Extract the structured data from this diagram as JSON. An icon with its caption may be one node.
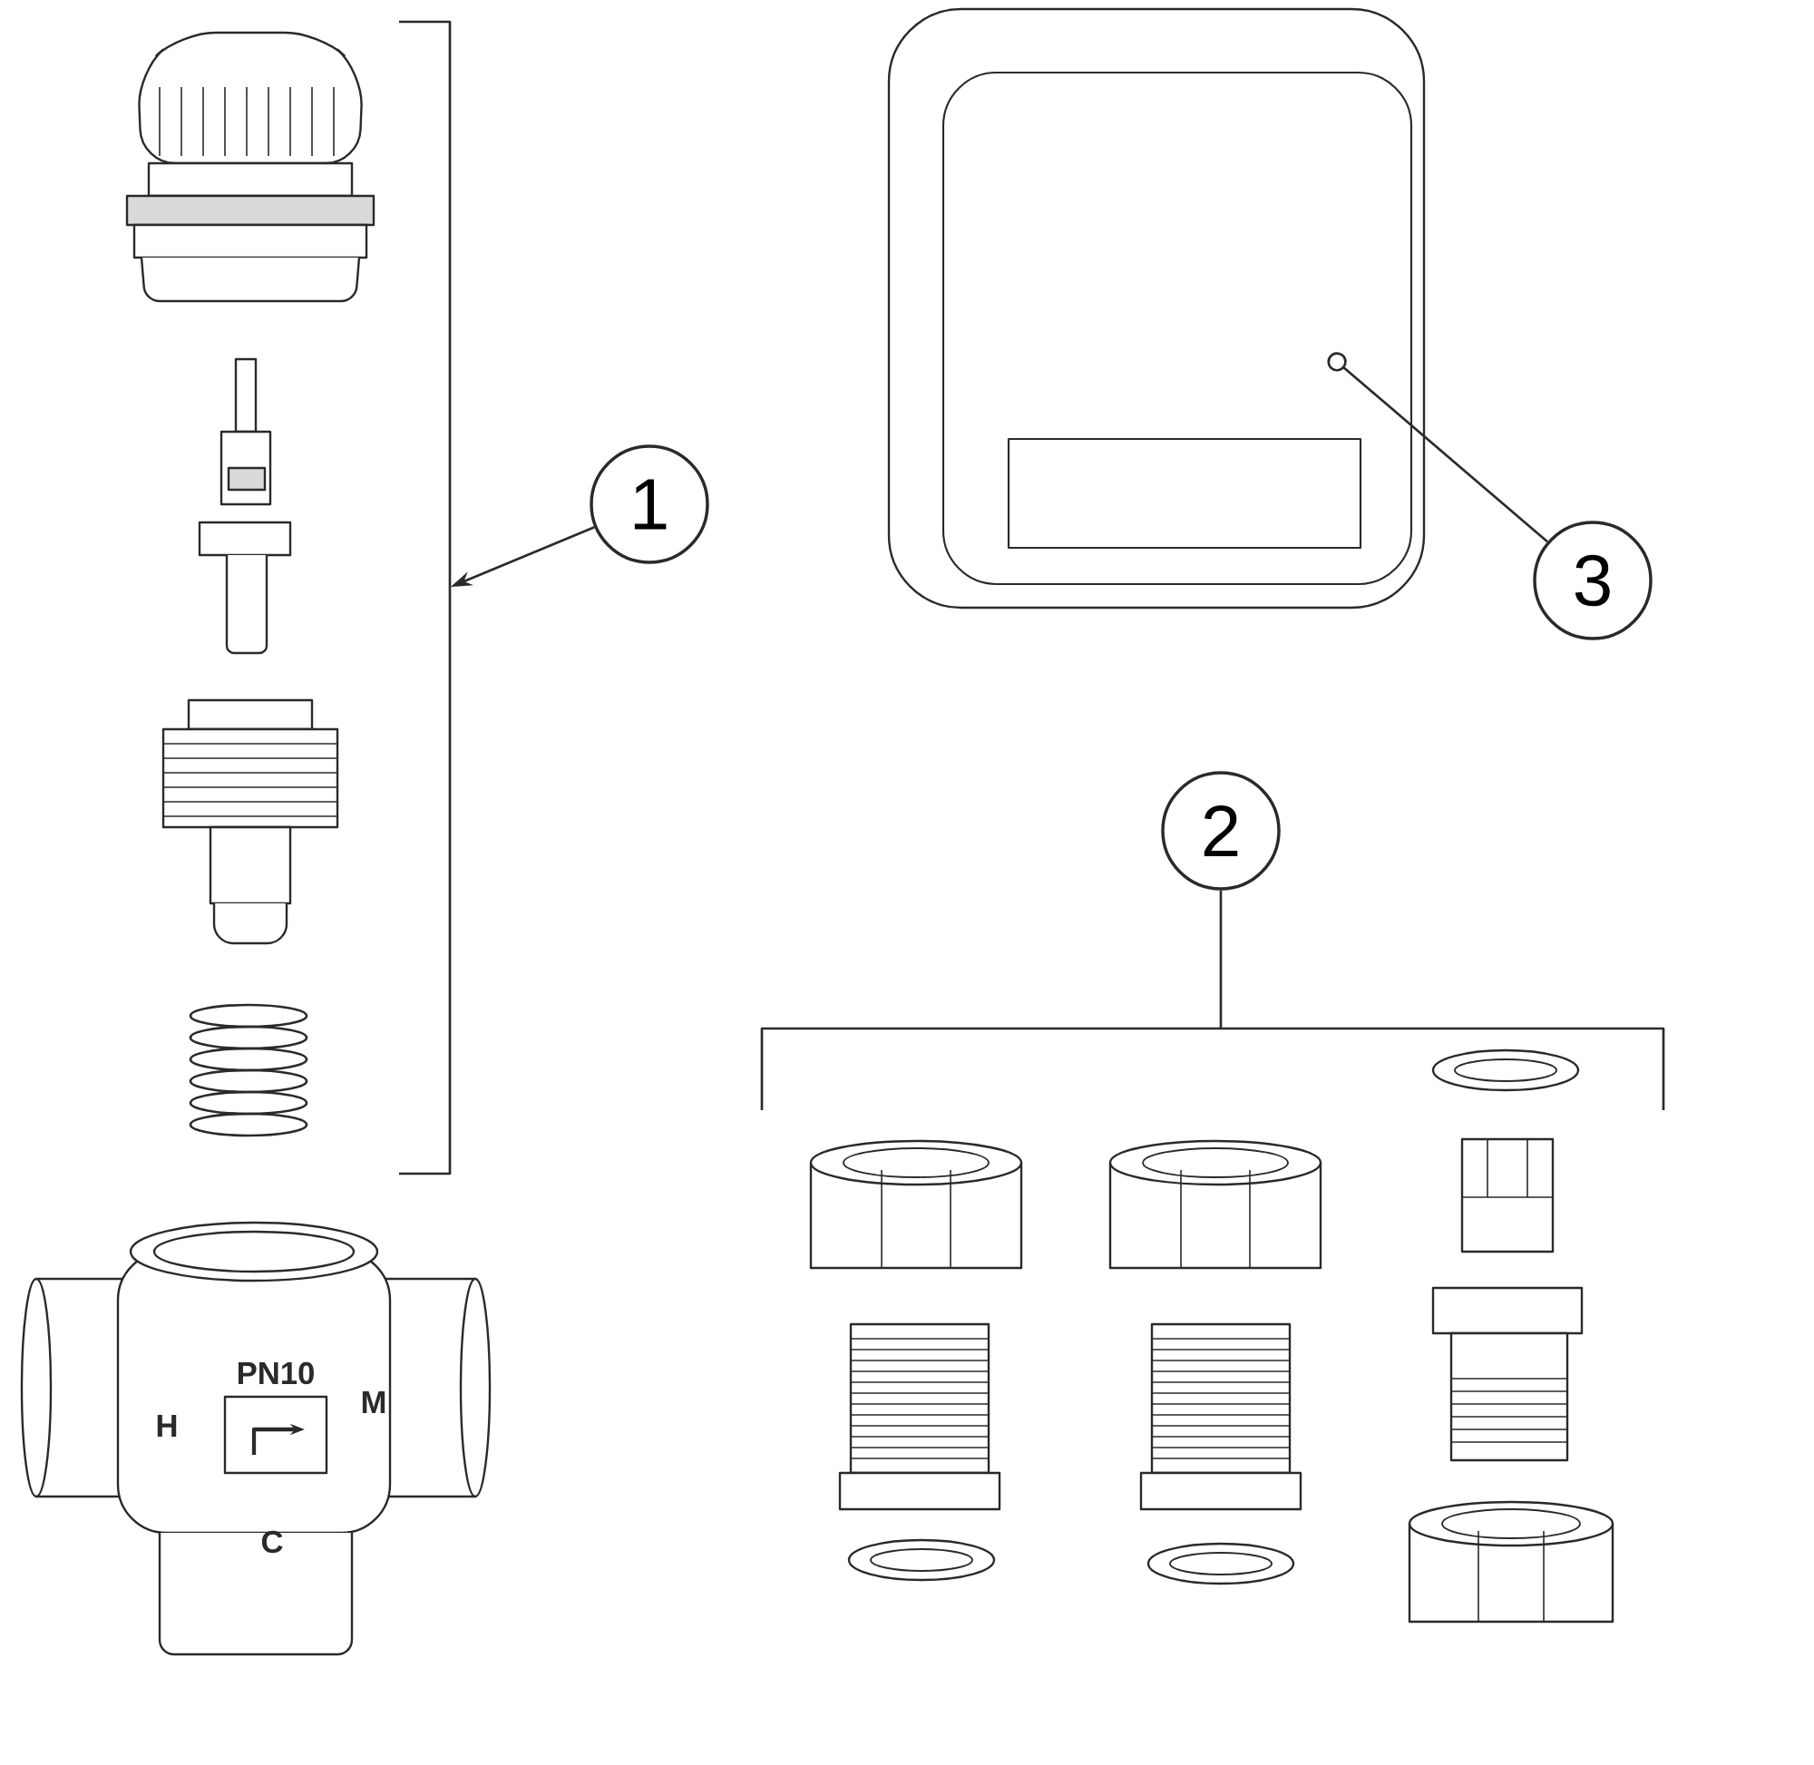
{
  "diagram": {
    "nodes": [
      {
        "text": [
          "1"
        ]
      },
      {
        "text": [
          "2"
        ]
      },
      {
        "text": [
          "3"
        ]
      },
      {
        "text": [],
        "shape": "bracket"
      },
      {
        "text": [],
        "shape": "bracket"
      }
    ],
    "edges": [
      {
        "from": 0,
        "to": 3,
        "arrow": "to"
      },
      {
        "from": 1,
        "to": 4,
        "arrow": "none"
      },
      {
        "from": 2,
        "to": null,
        "arrow": "other"
      }
    ],
    "labels": [
      "PN10",
      "H",
      "M",
      "C"
    ]
  }
}
